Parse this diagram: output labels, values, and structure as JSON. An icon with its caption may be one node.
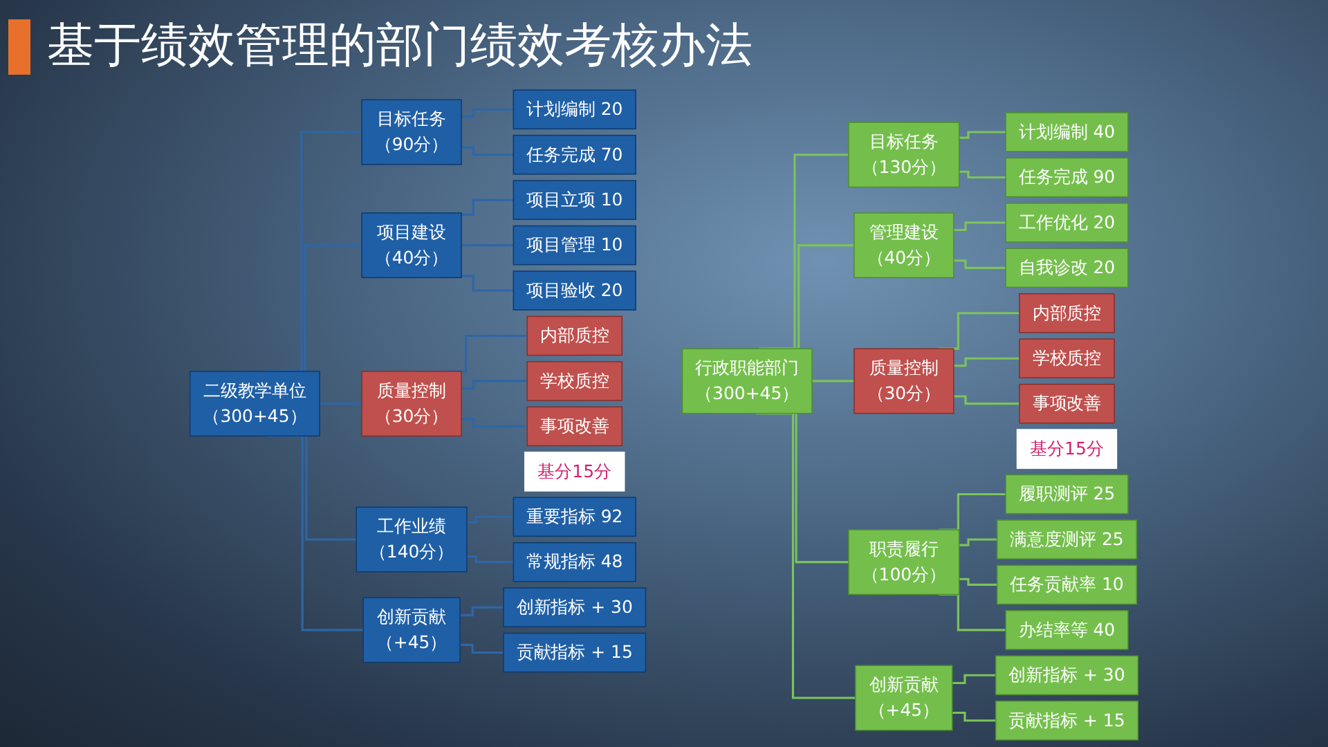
{
  "diagram": {
    "title": "基于绩效管理的部门绩效考核办法",
    "nodes": [
      {
        "text": [
          "二级教学单位",
          "（300+45）"
        ]
      },
      {
        "text": [
          "目标任务",
          "（90分）"
        ]
      },
      {
        "text": [
          "计划编制 20"
        ]
      },
      {
        "text": [
          "任务完成 70"
        ]
      },
      {
        "text": [
          "项目建设",
          "（40分）"
        ]
      },
      {
        "text": [
          "项目立项 10"
        ]
      },
      {
        "text": [
          "项目管理 10"
        ]
      },
      {
        "text": [
          "项目验收 20"
        ]
      },
      {
        "text": [
          "质量控制",
          "（30分）"
        ]
      },
      {
        "text": [
          "内部质控"
        ]
      },
      {
        "text": [
          "学校质控"
        ]
      },
      {
        "text": [
          "事项改善"
        ]
      },
      {
        "text": [
          "基分15分"
        ]
      },
      {
        "text": [
          "工作业绩",
          "（140分）"
        ]
      },
      {
        "text": [
          "重要指标 92"
        ]
      },
      {
        "text": [
          "常规指标 48"
        ]
      },
      {
        "text": [
          "创新贡献",
          "（+45）"
        ]
      },
      {
        "text": [
          "创新指标 + 30"
        ]
      },
      {
        "text": [
          "贡献指标 + 15"
        ]
      },
      {
        "text": [
          "行政职能部门",
          "（300+45）"
        ]
      },
      {
        "text": [
          "目标任务",
          "（130分）"
        ]
      },
      {
        "text": [
          "计划编制 40"
        ]
      },
      {
        "text": [
          "任务完成 90"
        ]
      },
      {
        "text": [
          "管理建设",
          "（40分）"
        ]
      },
      {
        "text": [
          "工作优化 20"
        ]
      },
      {
        "text": [
          "自我诊改 20"
        ]
      },
      {
        "text": [
          "质量控制",
          "（30分）"
        ]
      },
      {
        "text": [
          "内部质控"
        ]
      },
      {
        "text": [
          "学校质控"
        ]
      },
      {
        "text": [
          "事项改善"
        ]
      },
      {
        "text": [
          "基分15分"
        ]
      },
      {
        "text": [
          "职责履行",
          "（100分）"
        ]
      },
      {
        "text": [
          "履职测评 25"
        ]
      },
      {
        "text": [
          "满意度测评 25"
        ]
      },
      {
        "text": [
          "任务贡献率 10"
        ]
      },
      {
        "text": [
          "办结率等 40"
        ]
      },
      {
        "text": [
          "创新贡献",
          "（+45）"
        ]
      },
      {
        "text": [
          "创新指标 + 30"
        ]
      },
      {
        "text": [
          "贡献指标 + 15"
        ]
      }
    ],
    "edges": [
      {
        "from": 0,
        "to": 1,
        "arrow": "none",
        "color": "#2e66a8"
      },
      {
        "from": 1,
        "to": 2,
        "arrow": "none",
        "color": "#2e66a8"
      },
      {
        "from": 1,
        "to": 3,
        "arrow": "none",
        "color": "#2e66a8"
      },
      {
        "from": 0,
        "to": 4,
        "arrow": "none",
        "color": "#2e66a8"
      },
      {
        "from": 4,
        "to": 5,
        "arrow": "none",
        "color": "#2e66a8"
      },
      {
        "from": 4,
        "to": 6,
        "arrow": "none",
        "color": "#2e66a8"
      },
      {
        "from": 4,
        "to": 7,
        "arrow": "none",
        "color": "#2e66a8"
      },
      {
        "from": 0,
        "to": 8,
        "arrow": "none",
        "color": "#2e66a8"
      },
      {
        "from": 8,
        "to": 9,
        "arrow": "none",
        "color": "#2e66a8"
      },
      {
        "from": 8,
        "to": 10,
        "arrow": "none",
        "color": "#2e66a8"
      },
      {
        "from": 8,
        "to": 11,
        "arrow": "none",
        "color": "#2e66a8"
      },
      {
        "from": 0,
        "to": 13,
        "arrow": "none",
        "color": "#2e66a8"
      },
      {
        "from": 13,
        "to": 14,
        "arrow": "none",
        "color": "#2e66a8"
      },
      {
        "from": 13,
        "to": 15,
        "arrow": "none",
        "color": "#2e66a8"
      },
      {
        "from": 0,
        "to": 16,
        "arrow": "none",
        "color": "#2e66a8"
      },
      {
        "from": 16,
        "to": 17,
        "arrow": "none",
        "color": "#2e66a8"
      },
      {
        "from": 16,
        "to": 18,
        "arrow": "none",
        "color": "#2e66a8"
      },
      {
        "from": 19,
        "to": 20,
        "arrow": "none"
      },
      {
        "from": 20,
        "to": 21,
        "arrow": "none"
      },
      {
        "from": 20,
        "to": 22,
        "arrow": "none"
      },
      {
        "from": 19,
        "to": 23,
        "arrow": "none"
      },
      {
        "from": 23,
        "to": 24,
        "arrow": "none"
      },
      {
        "from": 23,
        "to": 25,
        "arrow": "none"
      },
      {
        "from": 19,
        "to": 26,
        "arrow": "none"
      },
      {
        "from": 26,
        "to": 27,
        "arrow": "none"
      },
      {
        "from": 26,
        "to": 28,
        "arrow": "none"
      },
      {
        "from": 26,
        "to": 29,
        "arrow": "none"
      },
      {
        "from": 19,
        "to": 31,
        "arrow": "none"
      },
      {
        "from": 31,
        "to": 32,
        "arrow": "none"
      },
      {
        "from": 31,
        "to": 33,
        "arrow": "none"
      },
      {
        "from": 31,
        "to": 34,
        "arrow": "none"
      },
      {
        "from": 31,
        "to": 35,
        "arrow": "none"
      },
      {
        "from": 19,
        "to": 36,
        "arrow": "none"
      },
      {
        "from": 36,
        "to": 37,
        "arrow": "none"
      },
      {
        "from": 36,
        "to": 38,
        "arrow": "none"
      }
    ]
  }
}
